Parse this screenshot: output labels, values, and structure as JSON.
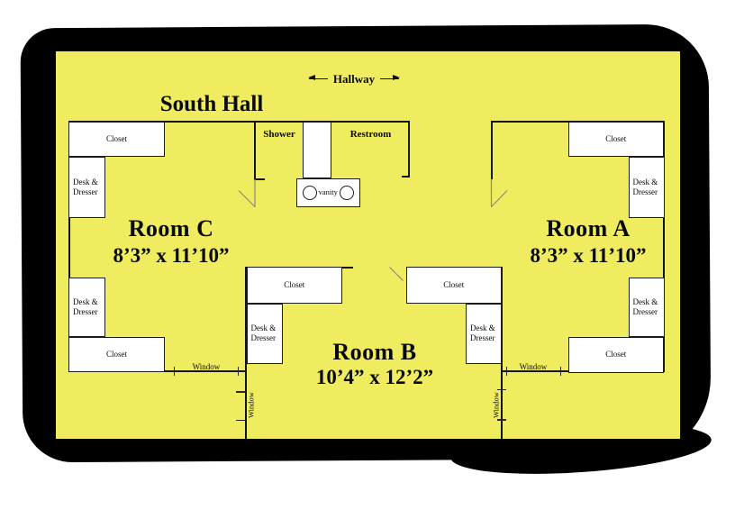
{
  "title": "South Hall",
  "hallway": {
    "label": "Hallway"
  },
  "bathroom": {
    "shower": "Shower",
    "restroom": "Restroom",
    "vanity": "vanity"
  },
  "rooms": {
    "a": {
      "name": "Room A",
      "dims": "8’3” x 11’10”"
    },
    "b": {
      "name": "Room B",
      "dims": "10’4” x 12’2”"
    },
    "c": {
      "name": "Room C",
      "dims": "8’3” x 11’10”"
    }
  },
  "furniture": {
    "closet": "Closet",
    "desk_dresser": "Desk & Dresser"
  },
  "labels": {
    "window": "Window"
  },
  "icons": {
    "hallway_left": "arrow-left-icon",
    "hallway_right": "arrow-right-icon",
    "sink": "sink-icon"
  },
  "colors": {
    "floor": "#F0EC5F",
    "wall": "#141414",
    "shadow": "#000000",
    "page": "#FFFFFF",
    "furniture": "#FFFFFF"
  }
}
